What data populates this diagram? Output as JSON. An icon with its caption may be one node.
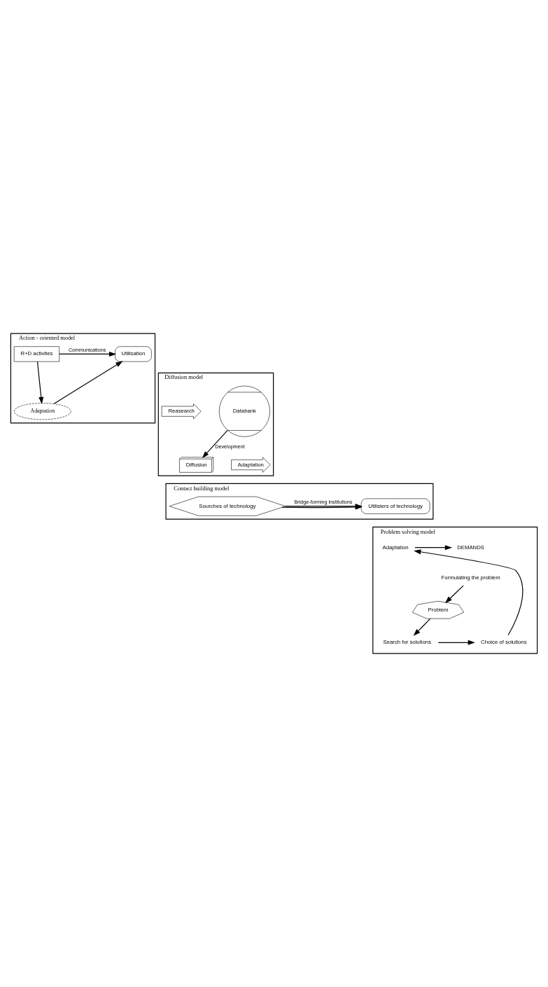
{
  "diagram": {
    "nodes": [
      {
        "text": [
          "Action - oriented model"
        ]
      },
      {
        "text": [
          "R+D activites"
        ],
        "in": 0
      },
      {
        "text": [
          "Adaptation"
        ],
        "in": 0
      },
      {
        "text": [
          "Utilisation"
        ],
        "in": 0
      },
      {
        "text": [
          "Diffusion model"
        ]
      },
      {
        "text": [
          "Databank"
        ],
        "in": 4
      },
      {
        "text": [
          "Reasearch"
        ],
        "in": 4
      },
      {
        "text": [
          "Diffusion"
        ],
        "in": 4
      },
      {
        "text": [
          "Adaptation"
        ],
        "in": 4
      },
      {
        "text": [
          "Contact building model"
        ]
      },
      {
        "text": [
          "Sourches of technology"
        ],
        "in": 9
      },
      {
        "text": [
          "Utilisiers of technology"
        ],
        "in": 9
      },
      {
        "text": [
          "Problem solving model"
        ]
      },
      {
        "text": [
          "Adaptation"
        ],
        "in": 12
      },
      {
        "text": [
          "DEMANDS"
        ],
        "in": 12
      },
      {
        "text": [
          "Formulating the problem"
        ],
        "in": 12
      },
      {
        "text": [
          "Problem"
        ],
        "in": 12
      },
      {
        "text": [
          "Search for solutions"
        ],
        "in": 12
      },
      {
        "text": [
          "Choice of solutions"
        ],
        "in": 12
      }
    ],
    "edges": [
      {
        "from": 1,
        "to": 2,
        "arrow": "to"
      },
      {
        "from": 2,
        "to": 3,
        "arrow": "to"
      },
      {
        "from": 1,
        "to": 3,
        "arrow": "to",
        "label": "Communications"
      },
      {
        "from": 5,
        "to": 7,
        "arrow": "to",
        "label": "Development"
      },
      {
        "from": 10,
        "to": 11,
        "arrow": "to",
        "label": "Bridge-forming institutions"
      },
      {
        "from": 10,
        "to": 11,
        "arrow": "to"
      },
      {
        "from": 13,
        "to": 14,
        "arrow": "to"
      },
      {
        "from": 15,
        "to": 16,
        "arrow": "to"
      },
      {
        "from": 16,
        "to": 17,
        "arrow": "to"
      },
      {
        "from": 17,
        "to": 18,
        "arrow": "to"
      },
      {
        "from": 18,
        "to": 13,
        "arrow": "to"
      }
    ]
  }
}
